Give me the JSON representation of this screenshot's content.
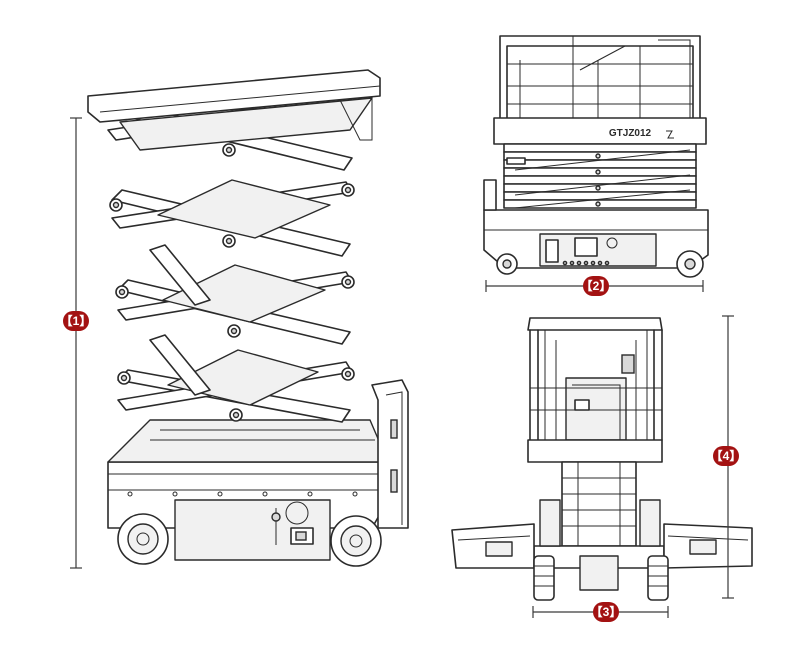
{
  "labels": {
    "dim1": "【1】",
    "dim2": "【2】",
    "dim3": "【3】",
    "dim4": "【4】"
  },
  "front_view": {
    "model": "GTJZ012"
  },
  "colors": {
    "badge": "#a31212",
    "line": "#2b2b2b"
  }
}
